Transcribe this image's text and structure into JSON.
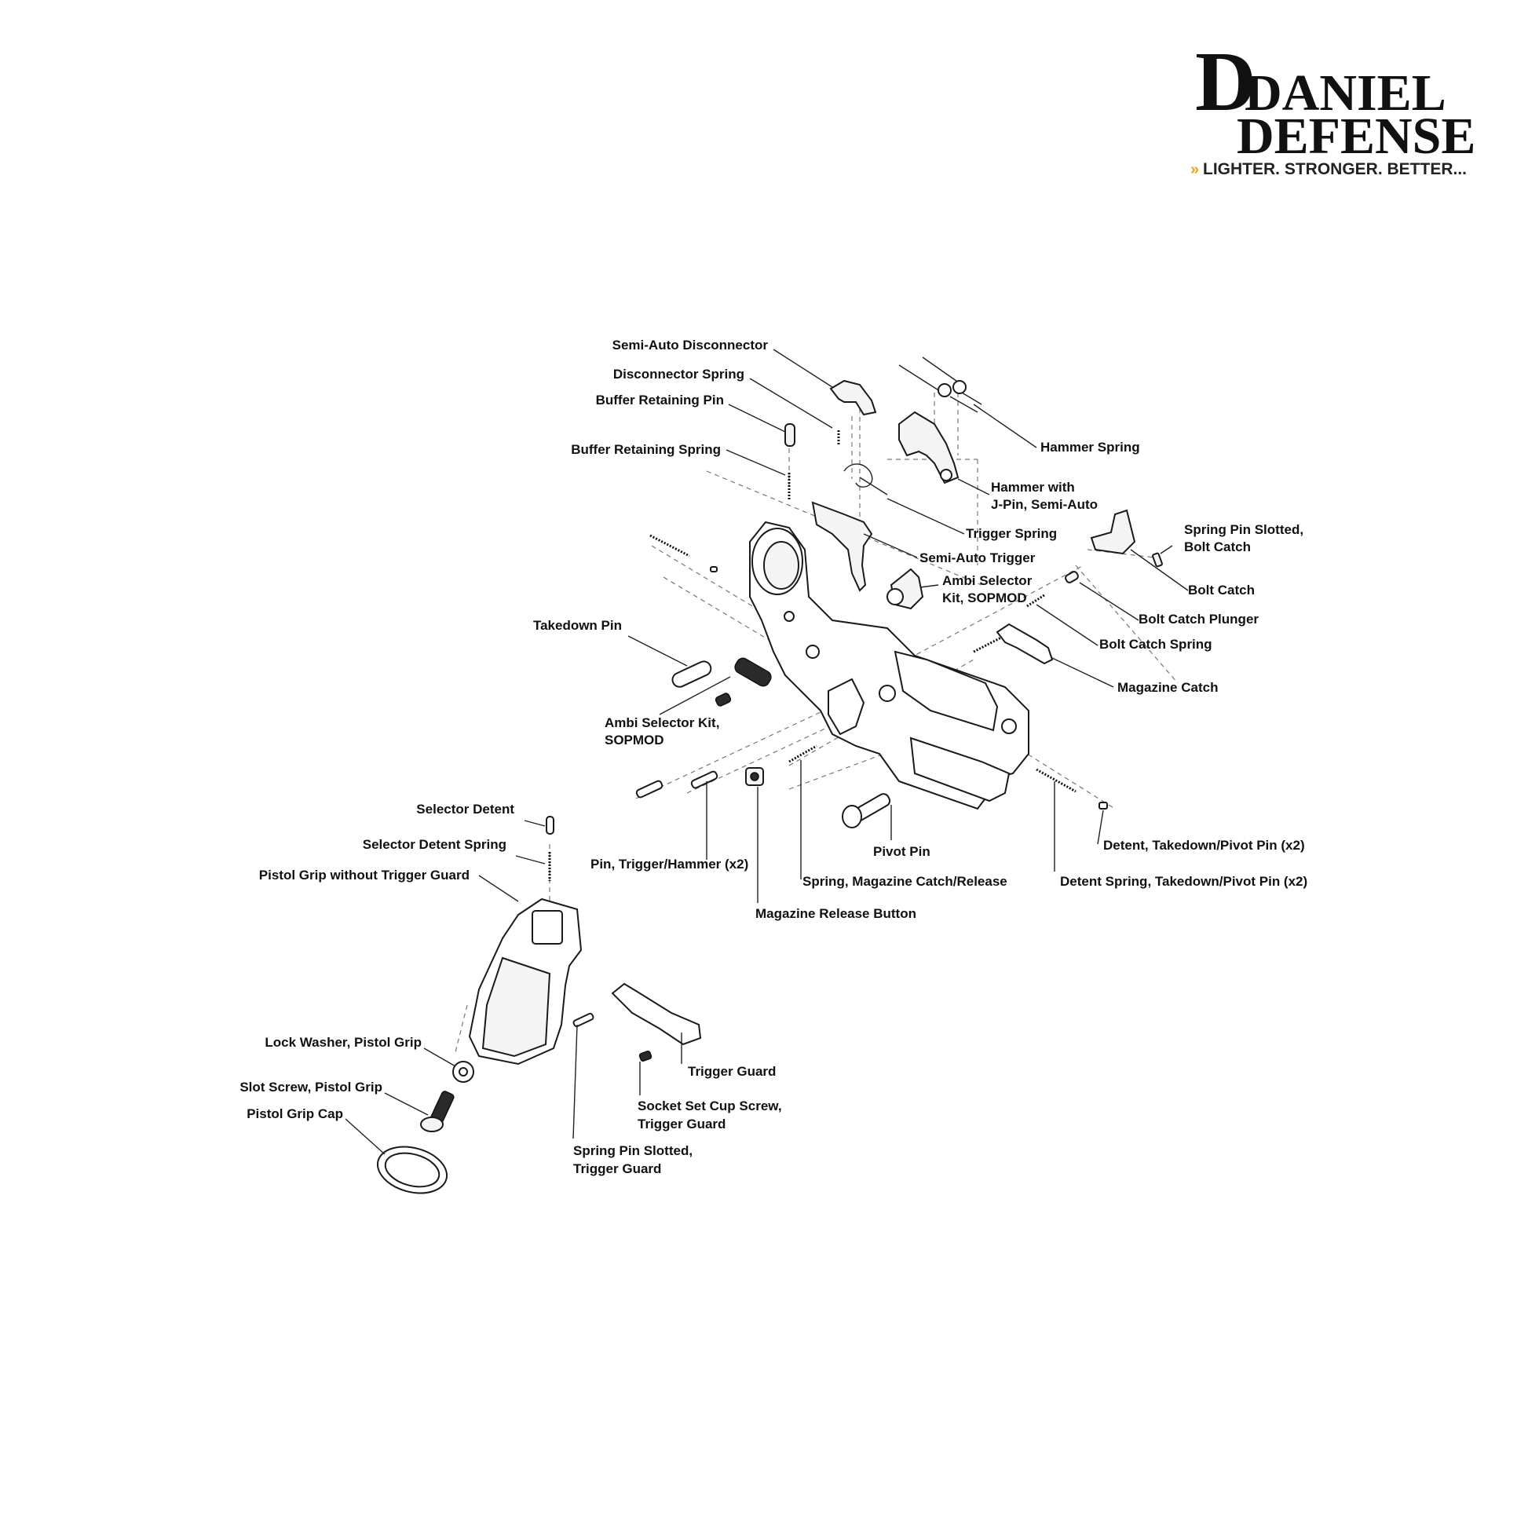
{
  "brand": {
    "logo_line1": "DANIEL",
    "logo_line2": "DEFENSE",
    "tagline": "LIGHTER. STRONGER. BETTER...",
    "accent_color": "#e8a317"
  },
  "parts": {
    "semi_auto_disconnector": "Semi-Auto Disconnector",
    "disconnector_spring": "Disconnector Spring",
    "buffer_retaining_pin": "Buffer Retaining Pin",
    "buffer_retaining_spring": "Buffer Retaining Spring",
    "hammer_spring": "Hammer Spring",
    "hammer_line1": "Hammer with",
    "hammer_line2": "J-Pin, Semi-Auto",
    "trigger_spring": "Trigger Spring",
    "semi_auto_trigger": "Semi-Auto Trigger",
    "ambi_selector_right_line1": "Ambi Selector",
    "ambi_selector_right_line2": "Kit, SOPMOD",
    "spring_pin_bolt_catch_line1": "Spring Pin Slotted,",
    "spring_pin_bolt_catch_line2": "Bolt Catch",
    "bolt_catch": "Bolt Catch",
    "bolt_catch_plunger": "Bolt Catch Plunger",
    "bolt_catch_spring": "Bolt Catch Spring",
    "magazine_catch": "Magazine Catch",
    "takedown_pin": "Takedown Pin",
    "ambi_selector_left_line1": "Ambi Selector Kit,",
    "ambi_selector_left_line2": "SOPMOD",
    "selector_detent": "Selector Detent",
    "selector_detent_spring": "Selector Detent Spring",
    "pistol_grip": "Pistol Grip without Trigger Guard",
    "pin_trigger_hammer": "Pin, Trigger/Hammer (x2)",
    "pivot_pin": "Pivot Pin",
    "spring_magazine_catch": "Spring, Magazine Catch/Release",
    "magazine_release_button": "Magazine Release Button",
    "detent_takedown_pivot": "Detent, Takedown/Pivot Pin (x2)",
    "detent_spring_takedown_pivot": "Detent Spring, Takedown/Pivot Pin (x2)",
    "lock_washer": "Lock Washer, Pistol Grip",
    "slot_screw": "Slot Screw, Pistol Grip",
    "pistol_grip_cap": "Pistol Grip Cap",
    "trigger_guard": "Trigger Guard",
    "socket_set_screw_line1": "Socket Set Cup Screw,",
    "socket_set_screw_line2": "Trigger Guard",
    "spring_pin_trigger_guard_line1": "Spring Pin Slotted,",
    "spring_pin_trigger_guard_line2": "Trigger Guard"
  }
}
